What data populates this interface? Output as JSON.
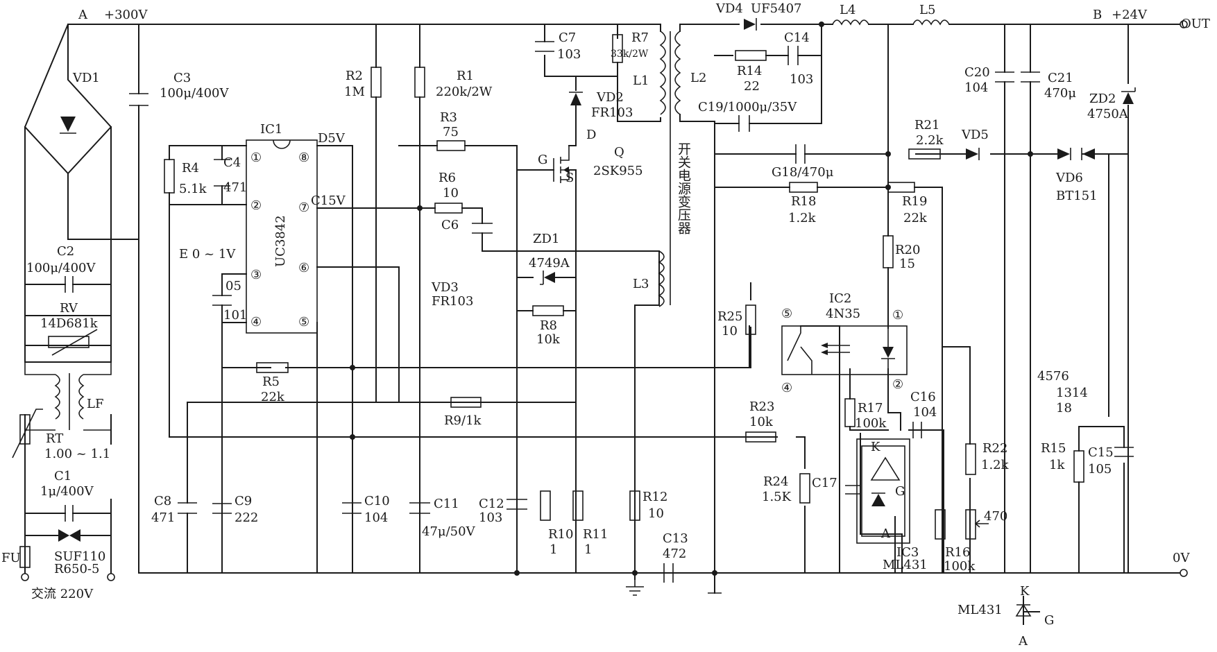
{
  "nodes": {
    "a": "A",
    "a_v": "+300V",
    "b": "B",
    "b_v": "+24V",
    "out": "OUT",
    "zero": "0V",
    "ac": "交流 220V",
    "d5v": "D5V",
    "c15v": "C15V",
    "e": "E  0 ~ 1V"
  },
  "ics": {
    "ic1": "IC1",
    "ic1_part": "UC3842",
    "ic2": "IC2",
    "ic2_part": "4N35",
    "ic3": "IC3",
    "ic3_part": "ML431",
    "transformer": "开关电源变压器",
    "q": "Q",
    "q_part": "2SK955",
    "q_d": "D",
    "q_g": "G",
    "q_s": "S",
    "ic3_k": "K",
    "ic3_g": "G",
    "ic3_a": "A",
    "ml431": "ML431",
    "ml431_k": "K",
    "ml431_g": "G",
    "ml431_a": "A"
  },
  "pins": {
    "p1": "①",
    "p2": "②",
    "p3": "③",
    "p4": "④",
    "p5": "⑤",
    "p6": "⑥",
    "p7": "⑦",
    "p8": "⑧",
    "ic2_p5": "⑤",
    "ic2_p1": "①",
    "ic2_p4": "④",
    "ic2_p2": "②"
  },
  "labels": {
    "vd1": "VD1",
    "c3": "C3",
    "c3v": "100μ/400V",
    "c2": "C2",
    "c2v": "100μ/400V",
    "rv": "RV",
    "rvv": "14D681k",
    "lf": "LF",
    "rt": "RT",
    "rtv": "1.00 ~ 1.1",
    "c1": "C1",
    "c1v": "1μ/400V",
    "suf": "SUF110",
    "r650": "R650-5",
    "fu": "FU",
    "r2": "R2",
    "r2v": "1M",
    "r1": "R1",
    "r1v": "220k/2W",
    "r4": "R4",
    "r4v": "5.1k",
    "c4": "C4",
    "c4v": "471",
    "c05": "05",
    "c05v": "101",
    "r3": "R3",
    "r3v": "75",
    "r6": "R6",
    "r6v": "10",
    "c6": "C6",
    "vd3": "VD3",
    "vd3v": "FR103",
    "zd1": "ZD1",
    "zd1v": "4749A",
    "r8": "R8",
    "r8v": "10k",
    "c7": "C7",
    "c7v": "103",
    "r7": "R7",
    "r7v": "33k/2W",
    "l1": "L1",
    "vd2": "VD2",
    "vd2v": "FR103",
    "l2": "L2",
    "l3": "L3",
    "vd4": "VD4",
    "vd4v": "UF5407",
    "r14": "R14",
    "r14v": "22",
    "c14": "C14",
    "c14v": "103",
    "c19": "C19/1000μ/35V",
    "l4": "L4",
    "l5": "L5",
    "c20": "C20",
    "c20v": "104",
    "c21": "C21",
    "c21v": "470μ",
    "zd2": "ZD2",
    "zd2v": "4750A",
    "r21": "R21",
    "r21v": "2.2k",
    "vd5": "VD5",
    "vd6": "VD6",
    "vd6v": "BT151",
    "g18": "G18/470μ",
    "r18": "R18",
    "r18v": "1.2k",
    "r19": "R19",
    "r19v": "22k",
    "r20": "R20",
    "r20v": "15",
    "r25": "R25",
    "r25v": "10",
    "r5": "R5",
    "r5v": "22k",
    "r9": "R9/1k",
    "r23": "R23",
    "r23v": "10k",
    "r17": "R17",
    "r17v": "100k",
    "c16": "C16",
    "c16v": "104",
    "r24": "R24",
    "r24v": "1.5K",
    "c17": "C17",
    "r22": "R22",
    "r22v": "1.2k",
    "r16": "R16",
    "r16v": "100k",
    "pot": "470",
    "c8": "C8",
    "c8v": "471",
    "c9": "C9",
    "c9v": "222",
    "c10": "C10",
    "c10v": "104",
    "c11": "C11",
    "c11v": "47μ/50V",
    "c12": "C12",
    "c12v": "103",
    "r10": "R10",
    "r10v": "1",
    "r11": "R11",
    "r11v": "1",
    "r12": "R12",
    "r12v": "10",
    "c13": "C13",
    "c13v": "472",
    "n4576": "4576",
    "n1314": "1314",
    "n18": "18",
    "r15": "R15",
    "r15v": "1k",
    "c15": "C15",
    "c15v": "105"
  }
}
